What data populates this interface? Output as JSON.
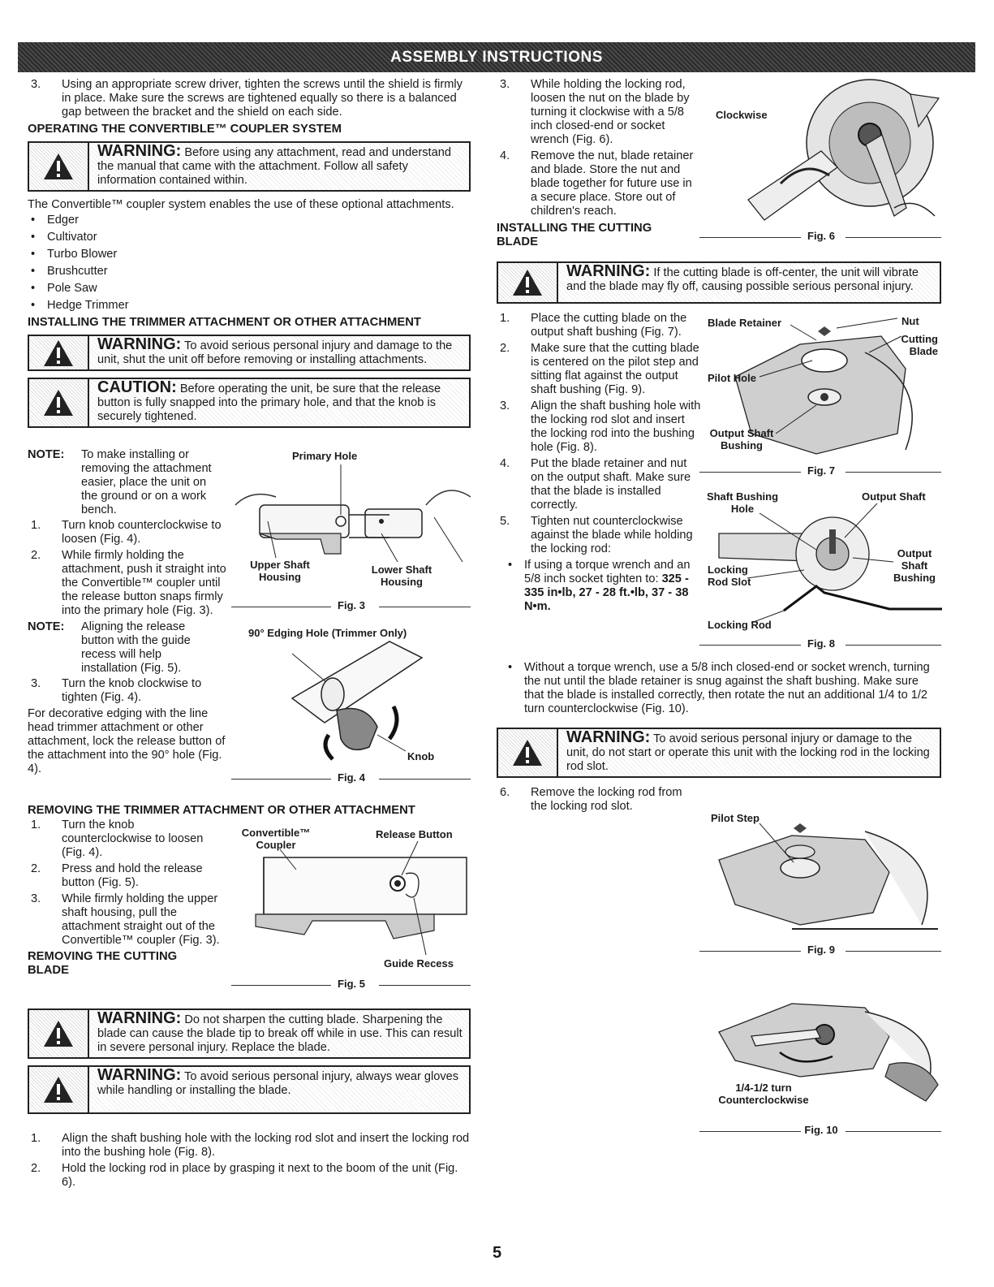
{
  "header": {
    "title": "ASSEMBLY INSTRUCTIONS"
  },
  "left": {
    "step3": "Using an appropriate screw driver, tighten the screws until the shield is firmly in place. Make sure the screws are tightened equally so there is a balanced gap between the bracket and the shield on each side.",
    "h_coupler": "OPERATING THE CONVERTIBLE™ COUPLER SYSTEM",
    "w1_kw": "WARNING:",
    "w1_text": " Before using any attachment, read and understand the manual that came with the attachment. Follow all safety information contained within.",
    "coupler_intro": "The Convertible™ coupler system enables the use of these optional attachments.",
    "attachments": [
      "Edger",
      "Cultivator",
      "Turbo Blower",
      "Brushcutter",
      "Pole Saw",
      "Hedge Trimmer"
    ],
    "h_install": "INSTALLING THE TRIMMER ATTACHMENT OR OTHER ATTACHMENT",
    "w2_kw": "WARNING:",
    "w2_text": " To avoid serious personal injury and damage to the unit, shut the unit off before removing or installing attachments.",
    "c1_kw": "CAUTION:",
    "c1_text": " Before operating the unit, be sure that the release button is fully snapped into the primary hole, and that the knob is securely tightened.",
    "note1_k": "NOTE:",
    "note1_t": "To make installing or removing the attachment easier, place the unit on the ground or on a work bench.",
    "install_steps": [
      {
        "n": "1.",
        "t": "Turn knob counterclockwise to loosen (Fig. 4)."
      },
      {
        "n": "2.",
        "t": "While firmly holding the attachment, push it straight into the Convertible™ coupler until the release button snaps firmly into the primary hole (Fig. 3)."
      }
    ],
    "note2_k": "NOTE:",
    "note2_t": "Aligning the release button with the guide recess will help installation (Fig. 5).",
    "install_step3_n": "3.",
    "install_step3_t": "Turn the knob clockwise to tighten (Fig. 4).",
    "edging_text": "For decorative edging with the line head trimmer attachment or other attachment, lock the release button of the attachment into the 90° hole (Fig. 4).",
    "h_remove": "REMOVING THE TRIMMER ATTACHMENT OR OTHER ATTACHMENT",
    "remove_steps": [
      {
        "n": "1.",
        "t": "Turn the knob counterclockwise to loosen (Fig. 4)."
      },
      {
        "n": "2.",
        "t": "Press and hold the release button (Fig. 5)."
      },
      {
        "n": "3.",
        "t": "While firmly holding the upper shaft housing, pull the attachment straight out of the Convertible™ coupler (Fig. 3)."
      }
    ],
    "h_remove_blade": "REMOVING THE CUTTING BLADE",
    "w3_kw": "WARNING:",
    "w3_text": " Do not sharpen the cutting blade. Sharpening the blade can cause the blade tip to break off while in use. This can result in severe personal injury. Replace the blade.",
    "w4_kw": "WARNING:",
    "w4_text": " To avoid serious personal injury, always wear gloves while handling or installing the blade.",
    "blade_steps": [
      {
        "n": "1.",
        "t": "Align the shaft bushing hole with the locking rod slot and insert the locking rod into the bushing hole (Fig. 8)."
      },
      {
        "n": "2.",
        "t": "Hold the locking rod in place by grasping it next to the boom of the unit (Fig. 6)."
      }
    ],
    "fig3": {
      "primary": "Primary Hole",
      "upper": "Upper Shaft Housing",
      "lower": "Lower Shaft Housing",
      "cap": "Fig. 3"
    },
    "fig4": {
      "edging": "90° Edging Hole (Trimmer Only)",
      "knob": "Knob",
      "cap": "Fig. 4"
    },
    "fig5": {
      "coupler": "Convertible™ Coupler",
      "release": "Release Button",
      "guide": "Guide Recess",
      "cap": "Fig. 5"
    }
  },
  "right": {
    "rsteps1": [
      {
        "n": "3.",
        "t": "While holding the locking rod, loosen the nut on the blade by turning it clockwise with a 5/8 inch closed-end or socket wrench (Fig. 6)."
      },
      {
        "n": "4.",
        "t": "Remove the nut, blade retainer and blade. Store the nut and blade together for future use in a secure place. Store out of children's reach."
      }
    ],
    "h_install_blade": "INSTALLING THE CUTTING BLADE",
    "w5_kw": "WARNING:",
    "w5_text": " If the cutting blade is off-center, the unit will vibrate and the blade may fly off, causing possible serious personal injury.",
    "rsteps2": [
      {
        "n": "1.",
        "t": "Place the cutting blade on the output shaft bushing (Fig. 7)."
      },
      {
        "n": "2.",
        "t": "Make sure that the cutting blade is centered on the pilot step and sitting flat against the output shaft bushing (Fig. 9)."
      },
      {
        "n": "3.",
        "t": "Align the shaft bushing hole with the locking rod slot and insert the locking rod into the bushing hole (Fig. 8)."
      },
      {
        "n": "4.",
        "t": "Put the blade retainer and nut on the output shaft. Make sure that the blade is installed correctly."
      },
      {
        "n": "5.",
        "t": "Tighten nut counterclockwise against the blade while holding the locking rod:"
      }
    ],
    "torque_bullet_a": "If using a torque wrench and an 5/8 inch socket tighten to: ",
    "torque_bold": "325 - 335 in•lb, 27 - 28 ft.•lb, 37 - 38 N•m.",
    "torque_bullet_b": "Without a torque wrench, use a 5/8 inch closed-end or socket wrench, turning the nut until the blade retainer is snug against the shaft bushing. Make sure that the blade is installed correctly, then rotate the nut an additional 1/4 to 1/2 turn counterclockwise (Fig. 10).",
    "w6_kw": "WARNING:",
    "w6_text": " To avoid serious personal injury or damage to the unit, do not start or operate this unit with the locking rod in the locking rod slot.",
    "step6_n": "6.",
    "step6_t": "Remove the locking rod from the locking rod slot.",
    "fig6": {
      "clockwise": "Clockwise",
      "cap": "Fig. 6"
    },
    "fig7": {
      "retainer": "Blade Retainer",
      "nut": "Nut",
      "cutting": "Cutting Blade",
      "pilot": "Pilot Hole",
      "output": "Output Shaft Bushing",
      "cap": "Fig. 7"
    },
    "fig8": {
      "shaft_hole": "Shaft Bushing Hole",
      "output_shaft": "Output Shaft",
      "locking_slot": "Locking Rod Slot",
      "output_bushing": "Output Shaft Bushing",
      "locking_rod": "Locking Rod",
      "cap": "Fig. 8"
    },
    "fig9": {
      "pilot_step": "Pilot Step",
      "cap": "Fig. 9"
    },
    "fig10": {
      "turn": "1/4-1/2 turn",
      "ccw": "Counterclockwise",
      "cap": "Fig. 10"
    }
  },
  "page_number": "5"
}
